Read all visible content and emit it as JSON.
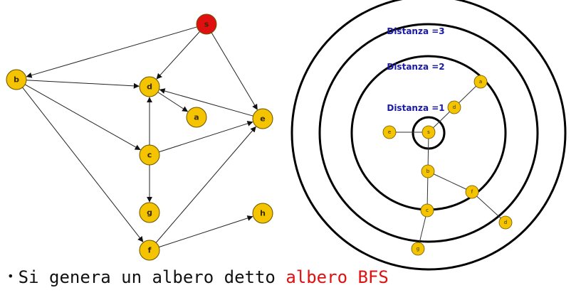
{
  "graph": {
    "nodes": [
      {
        "id": "s",
        "label": "s",
        "color": "#e01010"
      },
      {
        "id": "b",
        "label": "b",
        "color": "#f5c400"
      },
      {
        "id": "d",
        "label": "d",
        "color": "#f5c400"
      },
      {
        "id": "a",
        "label": "a",
        "color": "#f5c400"
      },
      {
        "id": "e",
        "label": "e",
        "color": "#f5c400"
      },
      {
        "id": "c",
        "label": "c",
        "color": "#f5c400"
      },
      {
        "id": "g",
        "label": "g",
        "color": "#f5c400"
      },
      {
        "id": "f",
        "label": "f",
        "color": "#f5c400"
      },
      {
        "id": "h",
        "label": "h",
        "color": "#f5c400"
      }
    ],
    "edges": [
      [
        "s",
        "b"
      ],
      [
        "s",
        "d"
      ],
      [
        "s",
        "e"
      ],
      [
        "b",
        "d"
      ],
      [
        "b",
        "c"
      ],
      [
        "b",
        "f"
      ],
      [
        "d",
        "a"
      ],
      [
        "e",
        "d"
      ],
      [
        "c",
        "d"
      ],
      [
        "c",
        "e"
      ],
      [
        "c",
        "g"
      ],
      [
        "f",
        "e"
      ],
      [
        "f",
        "h"
      ]
    ]
  },
  "bfs_tree": {
    "distance_labels": [
      "Distanza =3",
      "Distanza =2",
      "Distanza =1"
    ],
    "nodes": [
      {
        "id": "s",
        "label": "s"
      },
      {
        "id": "e",
        "label": "e"
      },
      {
        "id": "d",
        "label": "d"
      },
      {
        "id": "a",
        "label": "a"
      },
      {
        "id": "b",
        "label": "b"
      },
      {
        "id": "c",
        "label": "c"
      },
      {
        "id": "f",
        "label": "f"
      },
      {
        "id": "g",
        "label": "g"
      },
      {
        "id": "h",
        "label": "d"
      }
    ],
    "edges": [
      [
        "s",
        "e"
      ],
      [
        "s",
        "d"
      ],
      [
        "d",
        "a"
      ],
      [
        "s",
        "b"
      ],
      [
        "b",
        "c"
      ],
      [
        "b",
        "f"
      ],
      [
        "c",
        "g"
      ],
      [
        "f",
        "h"
      ]
    ]
  },
  "caption": {
    "bullet": "•",
    "text": "Si genera un albero detto ",
    "highlight": "albero BFS"
  },
  "colors": {
    "node_fill": "#f5c400",
    "source_fill": "#e01010",
    "stroke": "#000000",
    "distance_text": "#1a1aa6",
    "highlight": "#e01010"
  }
}
